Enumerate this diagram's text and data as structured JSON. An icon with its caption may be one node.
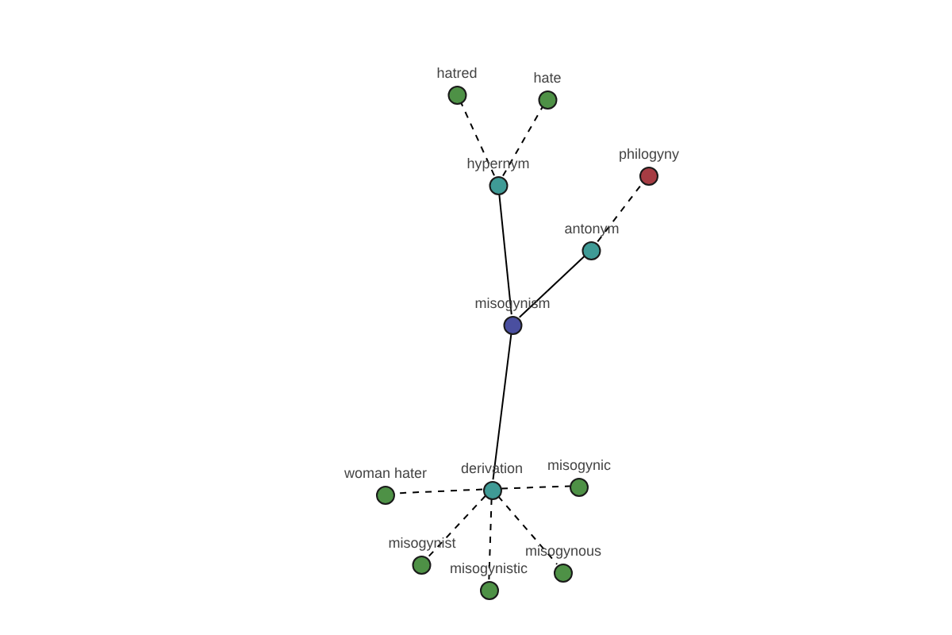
{
  "diagram": {
    "nodes": [
      {
        "text": [
          "hatred"
        ]
      },
      {
        "text": [
          "hate"
        ]
      },
      {
        "text": [
          "hypernym"
        ]
      },
      {
        "text": [
          "philogyny"
        ]
      },
      {
        "text": [
          "antonym"
        ]
      },
      {
        "text": [
          "misogynism"
        ]
      },
      {
        "text": [
          "woman hater"
        ]
      },
      {
        "text": [
          "derivation"
        ]
      },
      {
        "text": [
          "misogynic"
        ]
      },
      {
        "text": [
          "misogynist"
        ]
      },
      {
        "text": [
          "misogynous"
        ]
      },
      {
        "text": [
          "misogynistic"
        ]
      }
    ],
    "edges": [
      {
        "from": 5,
        "to": 2,
        "arrow": "none"
      },
      {
        "from": 5,
        "to": 4,
        "arrow": "none"
      },
      {
        "from": 5,
        "to": 7,
        "arrow": "none"
      },
      {
        "from": 2,
        "to": 0,
        "arrow": "none",
        "style": "dashed"
      },
      {
        "from": 2,
        "to": 1,
        "arrow": "none",
        "style": "dashed"
      },
      {
        "from": 4,
        "to": 3,
        "arrow": "none",
        "style": "dashed"
      },
      {
        "from": 7,
        "to": 6,
        "arrow": "none",
        "style": "dashed"
      },
      {
        "from": 7,
        "to": 8,
        "arrow": "none",
        "style": "dashed"
      },
      {
        "from": 7,
        "to": 9,
        "arrow": "none",
        "style": "dashed"
      },
      {
        "from": 7,
        "to": 11,
        "arrow": "none",
        "style": "dashed"
      },
      {
        "from": 7,
        "to": 10,
        "arrow": "none",
        "style": "dashed"
      }
    ]
  }
}
